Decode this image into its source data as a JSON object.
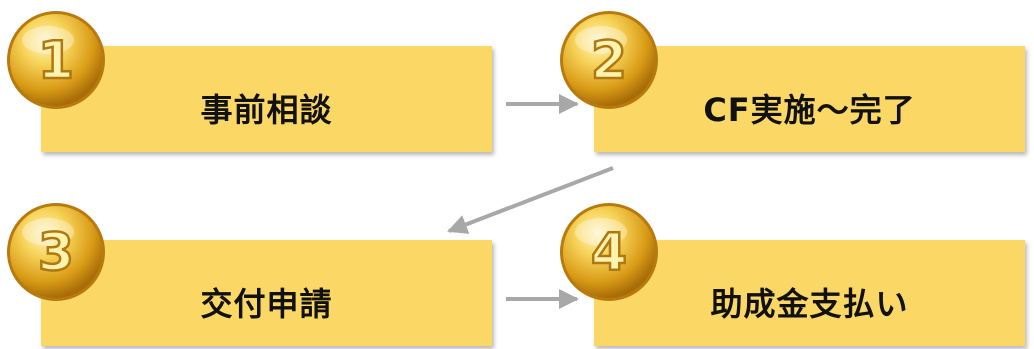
{
  "steps": [
    {
      "number": "1",
      "label": "事前相談"
    },
    {
      "number": "2",
      "label": "CF実施～完了"
    },
    {
      "number": "3",
      "label": "交付申請"
    },
    {
      "number": "4",
      "label": "助成金支払い"
    }
  ],
  "colors": {
    "box_fill": "#fbd766",
    "badge_gold": "#e8b52a",
    "arrow": "#a8a8a8",
    "text": "#111111"
  }
}
